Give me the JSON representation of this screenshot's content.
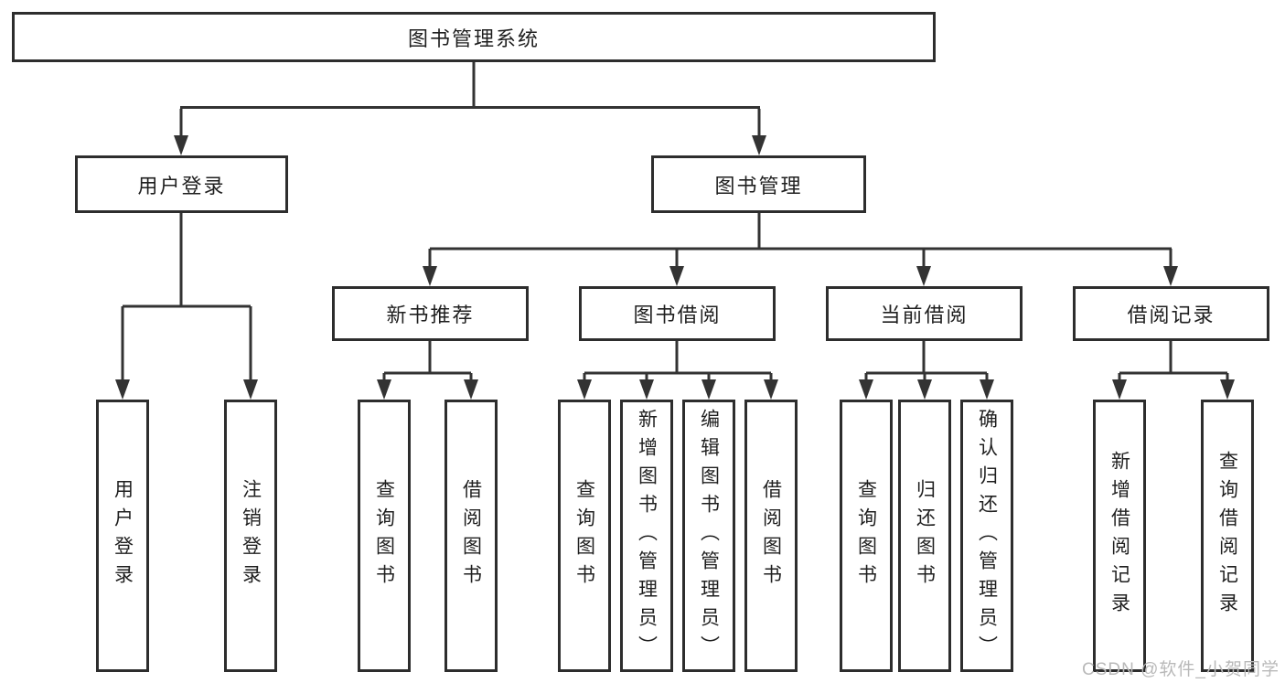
{
  "diagram": {
    "root": {
      "label": "图书管理系统"
    },
    "level2": [
      {
        "label": "用户登录"
      },
      {
        "label": "图书管理"
      }
    ],
    "level3": [
      {
        "label": "新书推荐"
      },
      {
        "label": "图书借阅"
      },
      {
        "label": "当前借阅"
      },
      {
        "label": "借阅记录"
      }
    ],
    "leaves": [
      {
        "label": "用户登录",
        "parent": "用户登录"
      },
      {
        "label": "注销登录",
        "parent": "用户登录"
      },
      {
        "label": "查询图书",
        "parent": "新书推荐"
      },
      {
        "label": "借阅图书",
        "parent": "新书推荐"
      },
      {
        "label": "查询图书",
        "parent": "图书借阅"
      },
      {
        "label": "新增图书（管理员）",
        "parent": "图书借阅"
      },
      {
        "label": "编辑图书（管理员）",
        "parent": "图书借阅"
      },
      {
        "label": "借阅图书",
        "parent": "图书借阅"
      },
      {
        "label": "查询图书",
        "parent": "当前借阅"
      },
      {
        "label": "归还图书",
        "parent": "当前借阅"
      },
      {
        "label": "确认归还（管理员）",
        "parent": "当前借阅"
      },
      {
        "label": "新增借阅记录",
        "parent": "借阅记录"
      },
      {
        "label": "查询借阅记录",
        "parent": "借阅记录"
      }
    ]
  },
  "watermark": "CSDN @软件_小贺同学",
  "colors": {
    "line": "#333333",
    "box_border": "#2d2d2d",
    "text": "#1f1f1f",
    "watermark": "#b9b9b9",
    "background": "#ffffff"
  }
}
